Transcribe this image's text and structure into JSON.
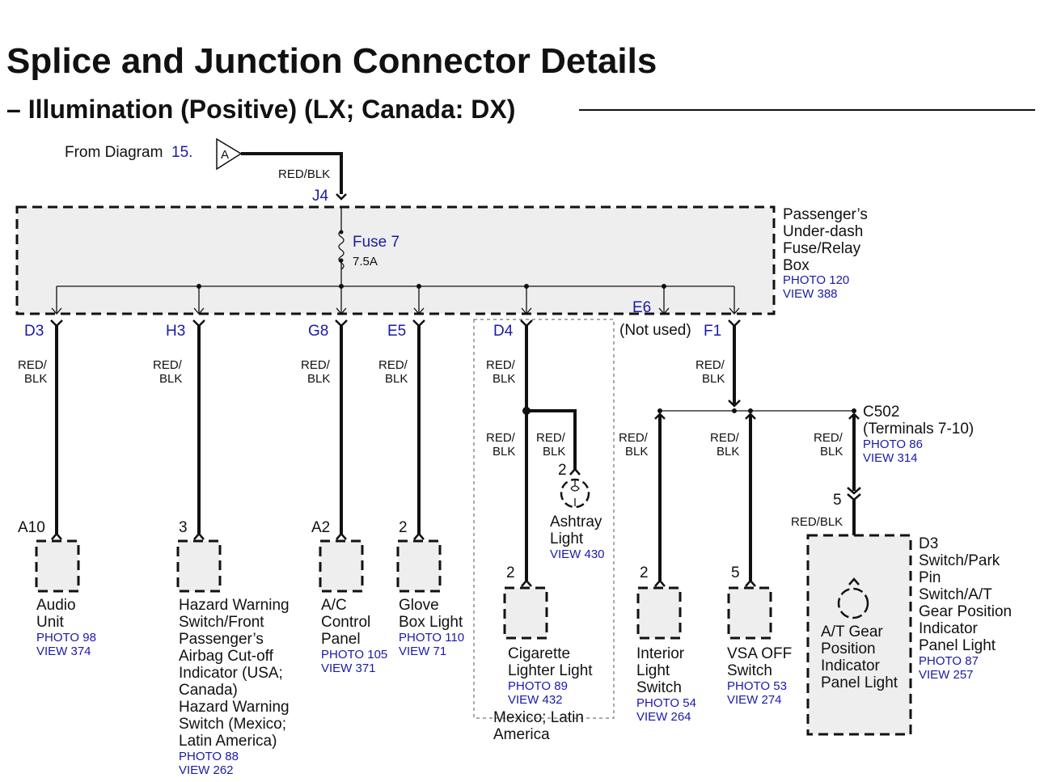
{
  "title": "Splice and Junction Connector Details",
  "subtitle": "Illumination (Positive) (LX; Canada: DX)",
  "source": {
    "from_text": "From Diagram",
    "diagram_number": "15.",
    "tag": "A",
    "wire": "RED/BLK",
    "connector": "J4"
  },
  "fuse_box": {
    "name_lines": [
      "Passenger’s",
      "Under-dash",
      "Fuse/Relay",
      "Box"
    ],
    "photo": "PHOTO 120",
    "view": "VIEW 388",
    "fuse_label": "Fuse 7",
    "fuse_rating": "7.5A"
  },
  "terminals": {
    "d3": "D3",
    "h3": "H3",
    "g8": "G8",
    "e5": "E5",
    "d4": "D4",
    "e6": "E6",
    "f1": "F1",
    "e6_note": "(Not used)"
  },
  "wire_label": {
    "line1": "RED/",
    "line2": "BLK",
    "full": "RED/BLK"
  },
  "components": {
    "audio": {
      "pin": "A10",
      "name_lines": [
        "Audio",
        "Unit"
      ],
      "photo": "PHOTO 98",
      "view": "VIEW 374"
    },
    "hazard": {
      "pin": "3",
      "name_lines": [
        "Hazard Warning",
        "Switch/Front",
        "Passenger’s",
        "Airbag Cut-off",
        "Indicator (USA;",
        "Canada)",
        "Hazard Warning",
        "Switch (Mexico;",
        "Latin America)"
      ],
      "photo": "PHOTO 88",
      "view": "VIEW 262"
    },
    "ac": {
      "pin": "A2",
      "name_lines": [
        "A/C",
        "Control",
        "Panel"
      ],
      "photo": "PHOTO 105",
      "view": "VIEW 371"
    },
    "glove": {
      "pin": "2",
      "name_lines": [
        "Glove",
        "Box Light"
      ],
      "photo": "PHOTO 110",
      "view": "VIEW 71"
    },
    "cigarette": {
      "pin": "2",
      "name_lines": [
        "Cigarette",
        "Lighter Light"
      ],
      "photo": "PHOTO 89",
      "view": "VIEW 432"
    },
    "ashtray": {
      "pin": "2",
      "name_lines": [
        "Ashtray",
        "Light"
      ],
      "view": "VIEW 430"
    },
    "mexico_note_lines": [
      "Mexico; Latin",
      "America"
    ],
    "interior": {
      "pin": "2",
      "name_lines": [
        "Interior",
        "Light",
        "Switch"
      ],
      "photo": "PHOTO 54",
      "view": "VIEW 264"
    },
    "vsa": {
      "pin": "5",
      "name_lines": [
        "VSA OFF",
        "Switch"
      ],
      "photo": "PHOTO 53",
      "view": "VIEW 274"
    },
    "c502": {
      "name": "C502",
      "terminals": "(Terminals 7-10)",
      "photo": "PHOTO 86",
      "view": "VIEW 314",
      "pin": "5"
    },
    "d3_switch": {
      "connector": "D3",
      "name_lines": [
        "Switch/Park",
        "Pin",
        "Switch/A/T",
        "Gear Position",
        "Indicator",
        "Panel Light"
      ],
      "photo": "PHOTO 87",
      "view": "VIEW 257",
      "inner_lines": [
        "A/T Gear",
        "Position",
        "Indicator",
        "Panel Light"
      ]
    }
  }
}
